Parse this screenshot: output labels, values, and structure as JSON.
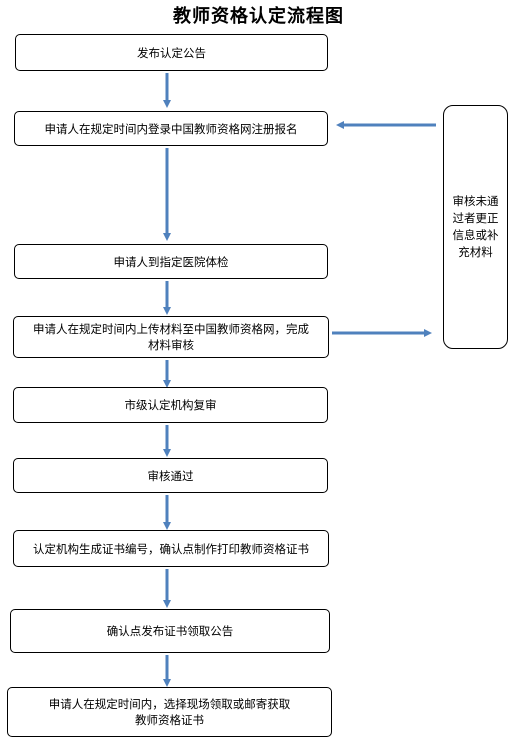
{
  "title": "教师资格认定流程图",
  "steps": [
    "发布认定公告",
    "申请人在规定时间内登录中国教师资格网注册报名",
    "申请人到指定医院体检",
    [
      "申请人在规定时间内上传材料至中国教师资格网，完成",
      "材料审核"
    ],
    "市级认定机构复审",
    "审核通过",
    "认定机构生成证书编号，确认点制作打印教师资格证书",
    "确认点发布证书领取公告",
    [
      "申请人在规定时间内，选择现场领取或邮寄获取",
      "教师资格证书"
    ]
  ],
  "side_note": "审核未通过者更正信息或补充材料",
  "colors": {
    "arrow": "#4f81bd",
    "border": "#000000"
  }
}
